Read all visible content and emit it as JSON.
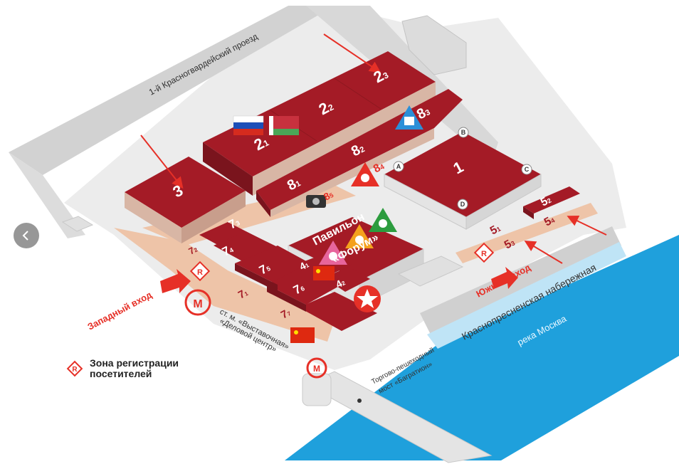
{
  "streets": {
    "krasnogvardeysky": "1-й Красногвардейский проезд",
    "embankment": "Краснопресненская набережная",
    "river": "река Москва",
    "bridge_line1": "Торгово-пешеходный",
    "bridge_line2": "мост «Багратион»",
    "metro_line1": "ст. м. «Выставочная»",
    "metro_line2": "«Деловой центр»"
  },
  "entrances": {
    "west": "Западный вход",
    "south": "Южный вход"
  },
  "pavilion_forum": {
    "line1": "Павильон",
    "line2": "«Форум»"
  },
  "halls": [
    {
      "main": "2",
      "sub": "3"
    },
    {
      "main": "2",
      "sub": "2"
    },
    {
      "main": "2",
      "sub": "1"
    },
    {
      "main": "3",
      "sub": ""
    },
    {
      "main": "8",
      "sub": "3"
    },
    {
      "main": "8",
      "sub": "2"
    },
    {
      "main": "8",
      "sub": "4"
    },
    {
      "main": "8",
      "sub": "1"
    },
    {
      "main": "8",
      "sub": "5"
    },
    {
      "main": "1",
      "sub": ""
    },
    {
      "main": "5",
      "sub": "2"
    },
    {
      "main": "5",
      "sub": "1"
    },
    {
      "main": "5",
      "sub": "4"
    },
    {
      "main": "5",
      "sub": "3"
    },
    {
      "main": "7",
      "sub": "3"
    },
    {
      "main": "7",
      "sub": "4"
    },
    {
      "main": "7",
      "sub": "2"
    },
    {
      "main": "7",
      "sub": "5"
    },
    {
      "main": "7",
      "sub": "6"
    },
    {
      "main": "7",
      "sub": "1"
    },
    {
      "main": "7",
      "sub": "7"
    },
    {
      "main": "4",
      "sub": "1"
    },
    {
      "main": "4",
      "sub": "2"
    }
  ],
  "pavilion1_letters": [
    "A",
    "B",
    "C",
    "D"
  ],
  "legend": {
    "registration": "Зона регистрации\nпосетителей",
    "r_letter": "R"
  },
  "colors": {
    "hall_top": "#a41b26",
    "hall_side": "#7a141d",
    "hall_front": "#d9b9a8",
    "ground": "#e9e9e9",
    "road": "#d4d4d4",
    "walkway": "#eec4a8",
    "river": "#1fa0dc",
    "accent_red": "#e63027"
  }
}
